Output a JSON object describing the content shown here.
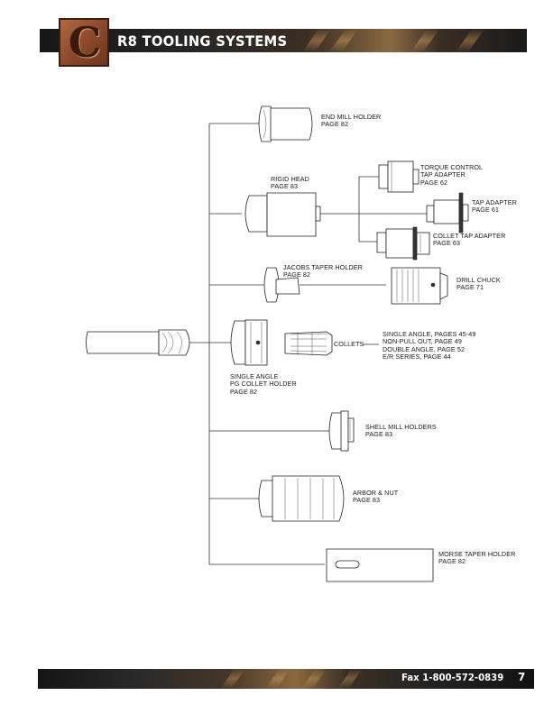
{
  "header": {
    "logo_letter": "C",
    "title": "R8 TOOLING SYSTEMS"
  },
  "footer": {
    "fax": "Fax 1-800-572-0839",
    "page_number": "7"
  },
  "labels": {
    "end_mill_holder": [
      "END MILL HOLDER",
      "PAGE 82"
    ],
    "rigid_head": [
      "RIGID HEAD",
      "PAGE 83"
    ],
    "torque_control": [
      "TORQUE CONTROL",
      "TAP ADAPTER",
      "PAGE 62"
    ],
    "tap_adapter": [
      "TAP ADAPTER",
      "PAGE 61"
    ],
    "collet_tap_adapter": [
      "COLLET TAP ADAPTER",
      "PAGE 63"
    ],
    "jacobs_taper_holder": [
      "JACOBS TAPER HOLDER",
      "PAGE 82"
    ],
    "drill_chuck": [
      "DRILL CHUCK",
      "PAGE 71"
    ],
    "collets": [
      "COLLETS"
    ],
    "collet_series": [
      "SINGLE ANGLE, PAGES 45-49",
      "NON-PULL OUT, PAGE 49",
      "DOUBLE ANGLE, PAGE 52",
      "E/R SERIES, PAGE 44"
    ],
    "pg_collet_holder": [
      "SINGLE ANGLE",
      "PG COLLET HOLDER",
      "PAGE 82"
    ],
    "shell_mill_holders": [
      "SHELL MILL HOLDERS",
      "PAGE 83"
    ],
    "arbor_nut": [
      "ARBOR & NUT",
      "PAGE 83"
    ],
    "morse_taper_holder": [
      "MORSE TAPER HOLDER",
      "PAGE 82"
    ]
  }
}
